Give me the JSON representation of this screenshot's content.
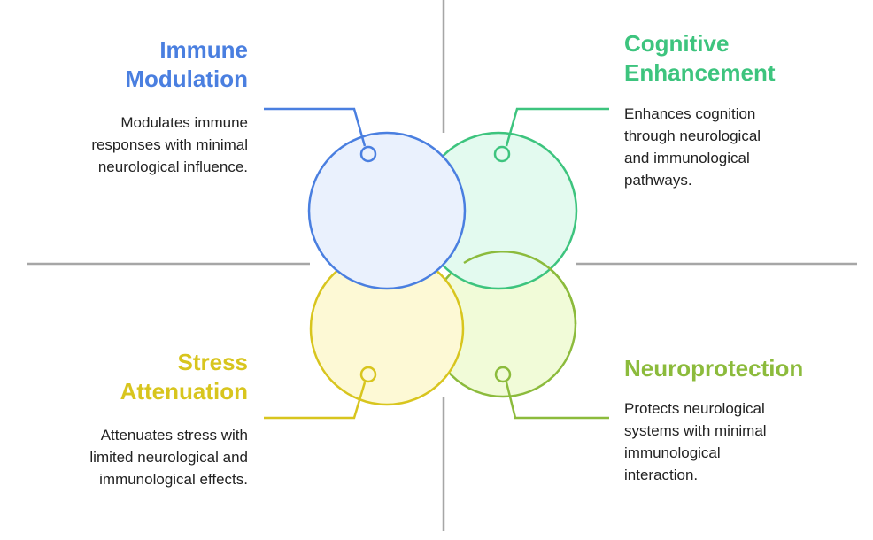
{
  "colors": {
    "blue": "#4a7fe0",
    "green": "#3dc47e",
    "yellow": "#d8c51e",
    "lime": "#8cbb3c",
    "axis": "#a6a6a6"
  },
  "sections": {
    "immune": {
      "title_line1": "Immune",
      "title_line2": "Modulation",
      "desc_line1": "Modulates immune",
      "desc_line2": "responses with minimal",
      "desc_line3": "neurological influence."
    },
    "cognitive": {
      "title_line1": "Cognitive",
      "title_line2": "Enhancement",
      "desc_line1": "Enhances cognition",
      "desc_line2": "through neurological",
      "desc_line3": "and immunological",
      "desc_line4": "pathways."
    },
    "stress": {
      "title_line1": "Stress",
      "title_line2": "Attenuation",
      "desc_line1": "Attenuates stress with",
      "desc_line2": "limited neurological and",
      "desc_line3": "immunological effects."
    },
    "neuro": {
      "title_line1": "Neuroprotection",
      "desc_line1": "Protects neurological",
      "desc_line2": "systems with minimal",
      "desc_line3": "immunological",
      "desc_line4": "interaction."
    }
  }
}
